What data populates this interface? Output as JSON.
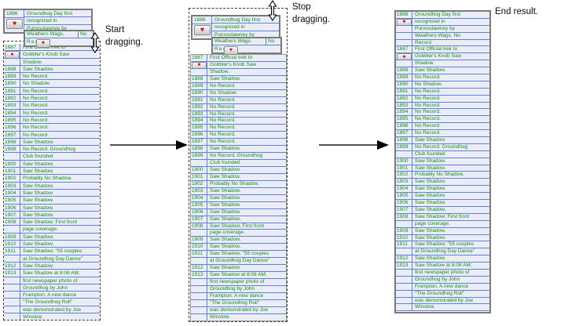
{
  "captions": {
    "start": "Start dragging.",
    "stop": "Stop dragging.",
    "end": "End result."
  },
  "icons": {
    "heart_glyph": "♥",
    "resize_cursor_name": "ns-resize-cursor"
  },
  "colors": {
    "text_green": "#13901c",
    "line_blue": "#6380d8",
    "row_bg": "#eaedf6",
    "border_gray": "#7a7a7a",
    "heart_red": "#cf1212"
  },
  "drag_tile": {
    "year": "1886",
    "box1_lines": [
      "Groundhog Day first",
      "recognized in",
      "Punxsutawney by"
    ],
    "box2_row1_left": "Weathers Wags.",
    "box2_row1_right": "No",
    "box2_row2": "Record"
  },
  "record_1886_full": {
    "year": "1886",
    "heart": true,
    "lines": [
      "Groundhog Day first",
      "recognized in",
      "Punxsutawney by",
      "Weathers Wags.  No",
      "Record"
    ]
  },
  "records": [
    {
      "year": "1887",
      "heart": true,
      "lines": [
        "First Official trek to",
        "Gobbler's Knob  Saw",
        "Shadow."
      ]
    },
    {
      "year": "1888",
      "lines": [
        "Saw Shadow."
      ]
    },
    {
      "year": "1889",
      "lines": [
        "No Record."
      ]
    },
    {
      "year": "1890",
      "lines": [
        "No Shadow."
      ]
    },
    {
      "year": "1891",
      "lines": [
        "No Record."
      ]
    },
    {
      "year": "1892",
      "lines": [
        "No Record."
      ]
    },
    {
      "year": "1893",
      "lines": [
        "No Record."
      ]
    },
    {
      "year": "1894",
      "lines": [
        "No Record."
      ]
    },
    {
      "year": "1895",
      "lines": [
        "No Record."
      ]
    },
    {
      "year": "1896",
      "lines": [
        "No Record."
      ]
    },
    {
      "year": "1897",
      "lines": [
        "No Record."
      ]
    },
    {
      "year": "1898",
      "lines": [
        "Saw Shadow."
      ]
    },
    {
      "year": "1899",
      "lines": [
        "No Record. Groundhog",
        "Club founded"
      ]
    },
    {
      "year": "1900",
      "lines": [
        "Saw Shadow."
      ]
    },
    {
      "year": "1901",
      "lines": [
        "Saw Shadow."
      ]
    },
    {
      "year": "1902",
      "lines": [
        "Probably No Shadow."
      ]
    },
    {
      "year": "1903",
      "lines": [
        "Saw Shadow."
      ]
    },
    {
      "year": "1904",
      "lines": [
        "Saw Shadow."
      ]
    },
    {
      "year": "1905",
      "lines": [
        "Saw Shadow."
      ]
    },
    {
      "year": "1906",
      "lines": [
        "Saw Shadow."
      ]
    },
    {
      "year": "1907",
      "lines": [
        "Saw Shadow."
      ]
    },
    {
      "year": "1908",
      "lines": [
        "Saw Shadow;  First front",
        "page coverage."
      ]
    },
    {
      "year": "1909",
      "lines": [
        "Saw Shadow."
      ]
    },
    {
      "year": "1910",
      "lines": [
        "Saw Shadow."
      ]
    },
    {
      "year": "1911",
      "lines": [
        "Saw Shadow; \"55 couples",
        "at Groundhog Day Dance\""
      ]
    },
    {
      "year": "1912",
      "lines": [
        "Saw Shadow."
      ]
    },
    {
      "year": "1913",
      "lines": [
        "Saw Shadow at 8:08 AM;",
        "first newspaper photo of",
        "Groundhog by John",
        "Frampton.  A new dance",
        "\"The Groundhog Roll\"",
        "was demonstrated by Joe",
        "Winslow."
      ]
    }
  ]
}
